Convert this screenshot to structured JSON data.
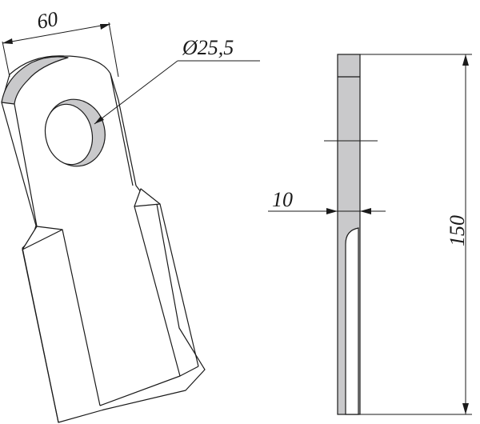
{
  "dimensions": {
    "blade_width": "60",
    "hole_diameter": "Ø25,5",
    "thickness": "10",
    "length": "150"
  },
  "colors": {
    "line": "#1a1a1a",
    "metal_edge": "#c9c9cb",
    "background": "#ffffff"
  }
}
